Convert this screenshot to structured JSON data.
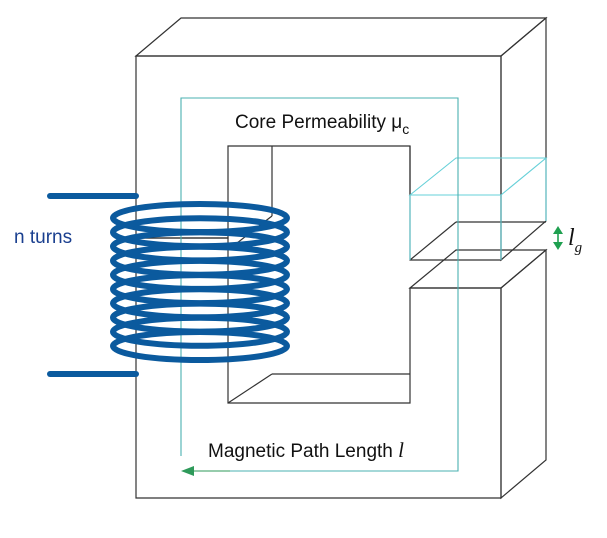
{
  "labels": {
    "turns": "n turns",
    "permeability_prefix": "Core Permeability μ",
    "permeability_subscript": "c",
    "path_length_prefix": "Magnetic Path Length ",
    "path_length_symbol": "l",
    "gap_symbol": "l",
    "gap_subscript": "g"
  },
  "colors": {
    "core_outline": "#333333",
    "winding": "#0b5a9e",
    "turns_label": "#1a3f8f",
    "path_line": "#4ab0b0",
    "path_arrow": "#2e9a5a",
    "gap_box": "#66d0d8",
    "gap_arrow": "#1fa050"
  },
  "diagram": {
    "coil_turns": 10,
    "icons": [
      "double-arrow-icon",
      "arrowhead-icon"
    ]
  }
}
